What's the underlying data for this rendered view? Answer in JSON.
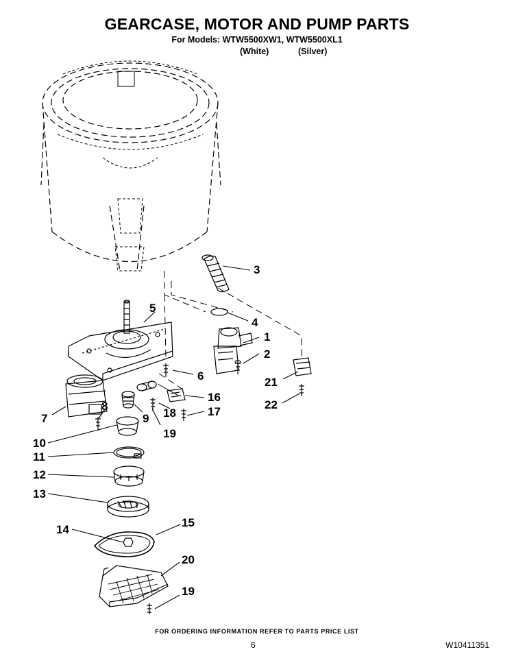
{
  "header": {
    "title": "GEARCASE, MOTOR AND PUMP PARTS",
    "models_line": "For Models: WTW5500XW1, WTW5500XL1",
    "variant_white": "(White)",
    "variant_silver": "(Silver)"
  },
  "callouts": [
    "1",
    "2",
    "3",
    "4",
    "5",
    "6",
    "7",
    "8",
    "9",
    "10",
    "11",
    "12",
    "13",
    "14",
    "15",
    "16",
    "17",
    "18",
    "19",
    "19",
    "20",
    "21",
    "22"
  ],
  "footer": {
    "ordering_note": "FOR ORDERING INFORMATION REFER TO PARTS PRICE LIST",
    "page_number": "6",
    "document_id": "W10411351"
  }
}
